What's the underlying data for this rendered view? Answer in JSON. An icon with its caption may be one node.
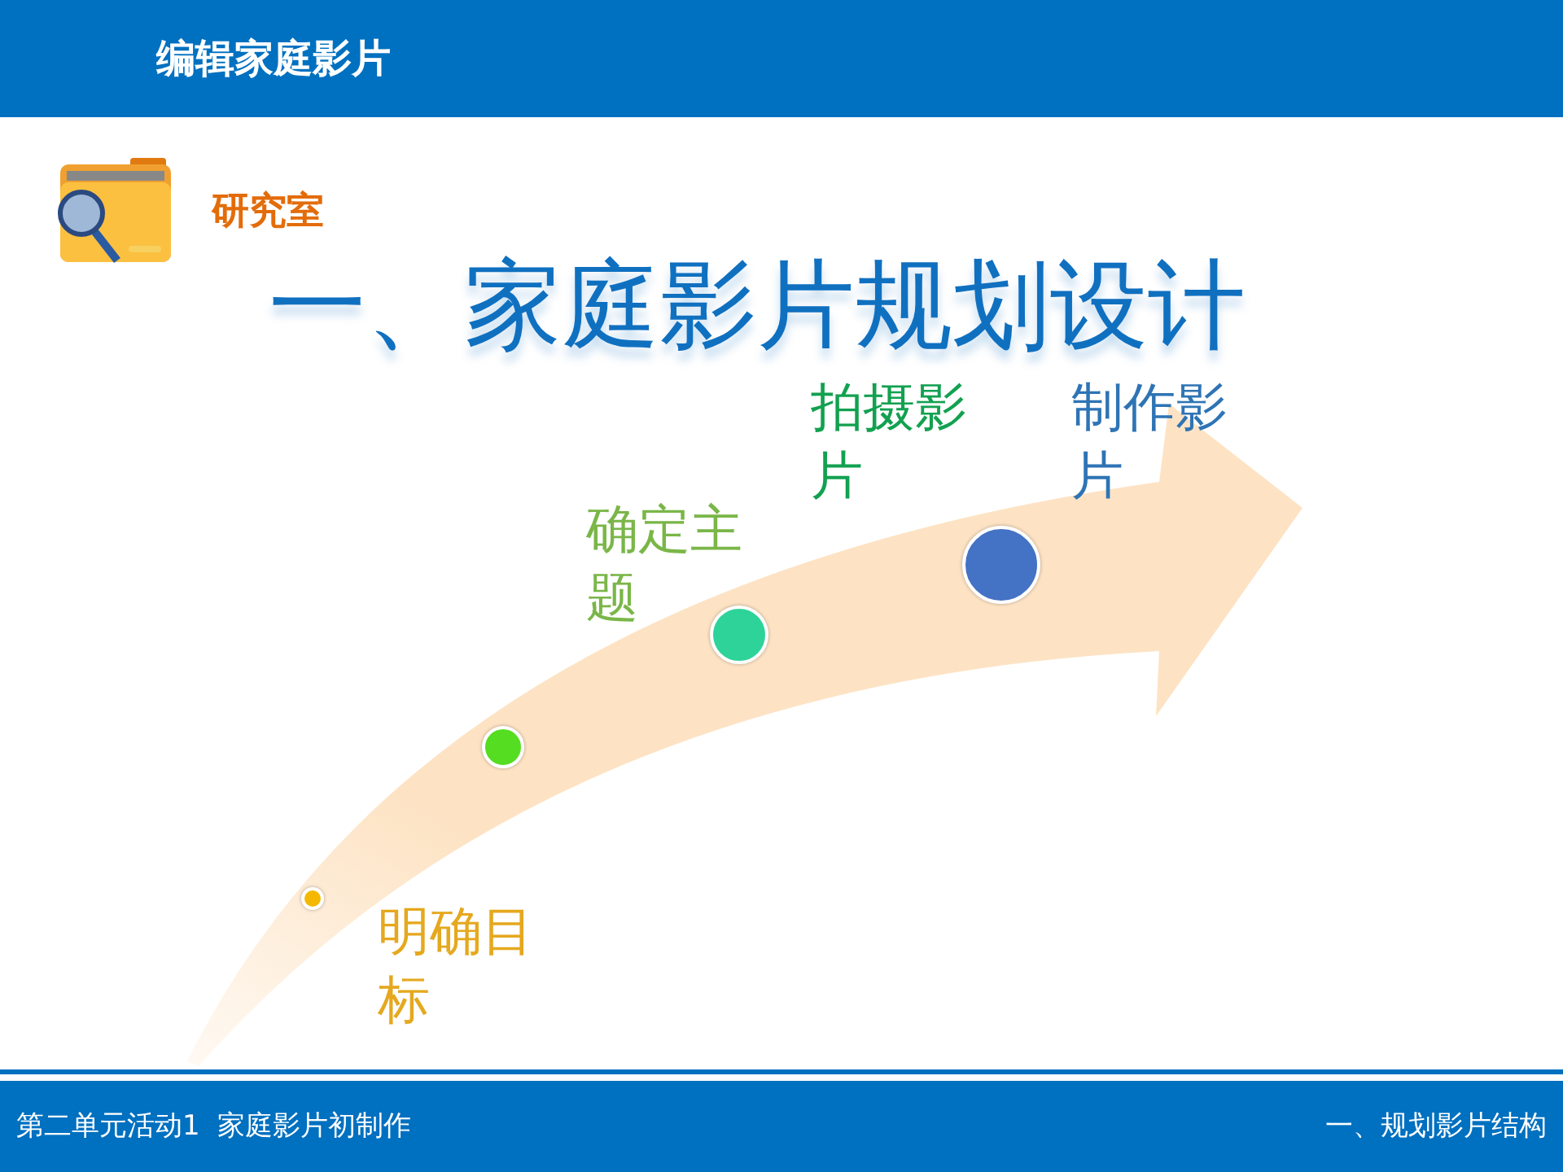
{
  "diagram": {
    "title": "一、家庭影片规划设计",
    "nodes": [
      {
        "text": [],
        "shape": "circle"
      },
      {
        "text": [],
        "shape": "circle"
      },
      {
        "text": [],
        "shape": "circle"
      },
      {
        "text": [],
        "shape": "circle"
      }
    ],
    "labels": [
      "编辑家庭影片",
      "研究室",
      "拍摄影片",
      "制作影片",
      "确定主题",
      "明确目标",
      "第二单元活动1  家庭影片初制作",
      "一、规划影片结构"
    ]
  }
}
